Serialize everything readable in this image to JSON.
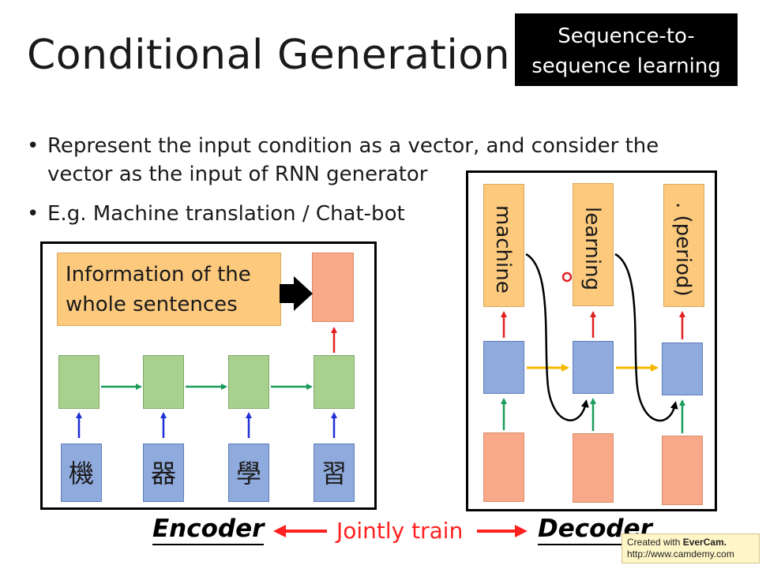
{
  "slide": {
    "title": "Conditional Generation",
    "tag_line1": "Sequence-to-",
    "tag_line2": "sequence learning",
    "bullet_glyph": "•",
    "bullets": [
      {
        "line1": "Represent the input condition as a vector, and consider the",
        "line2": "vector as the input of RNN generator"
      },
      {
        "line1": "E.g. Machine translation / Chat-bot"
      }
    ]
  },
  "encoder": {
    "info_line1": "Information of the",
    "info_line2": "whole sentences",
    "inputs": [
      "機",
      "器",
      "學",
      "習"
    ],
    "label": "Encoder"
  },
  "decoder": {
    "outputs": [
      "machine",
      "learning",
      ". (period)"
    ],
    "label": "Decoder"
  },
  "jointly_label": "Jointly train",
  "watermark": {
    "line1_prefix": "Created with ",
    "line1_brand": "EverCam.",
    "line2": "http://www.camdemy.com"
  },
  "colors": {
    "encoder_arrow": "#1a9c5a",
    "input_arrow": "#1e2fd6",
    "output_arrow": "#e02020",
    "decoder_hidden_arrow": "#f5b800",
    "feedback_arrow": "#000000"
  }
}
